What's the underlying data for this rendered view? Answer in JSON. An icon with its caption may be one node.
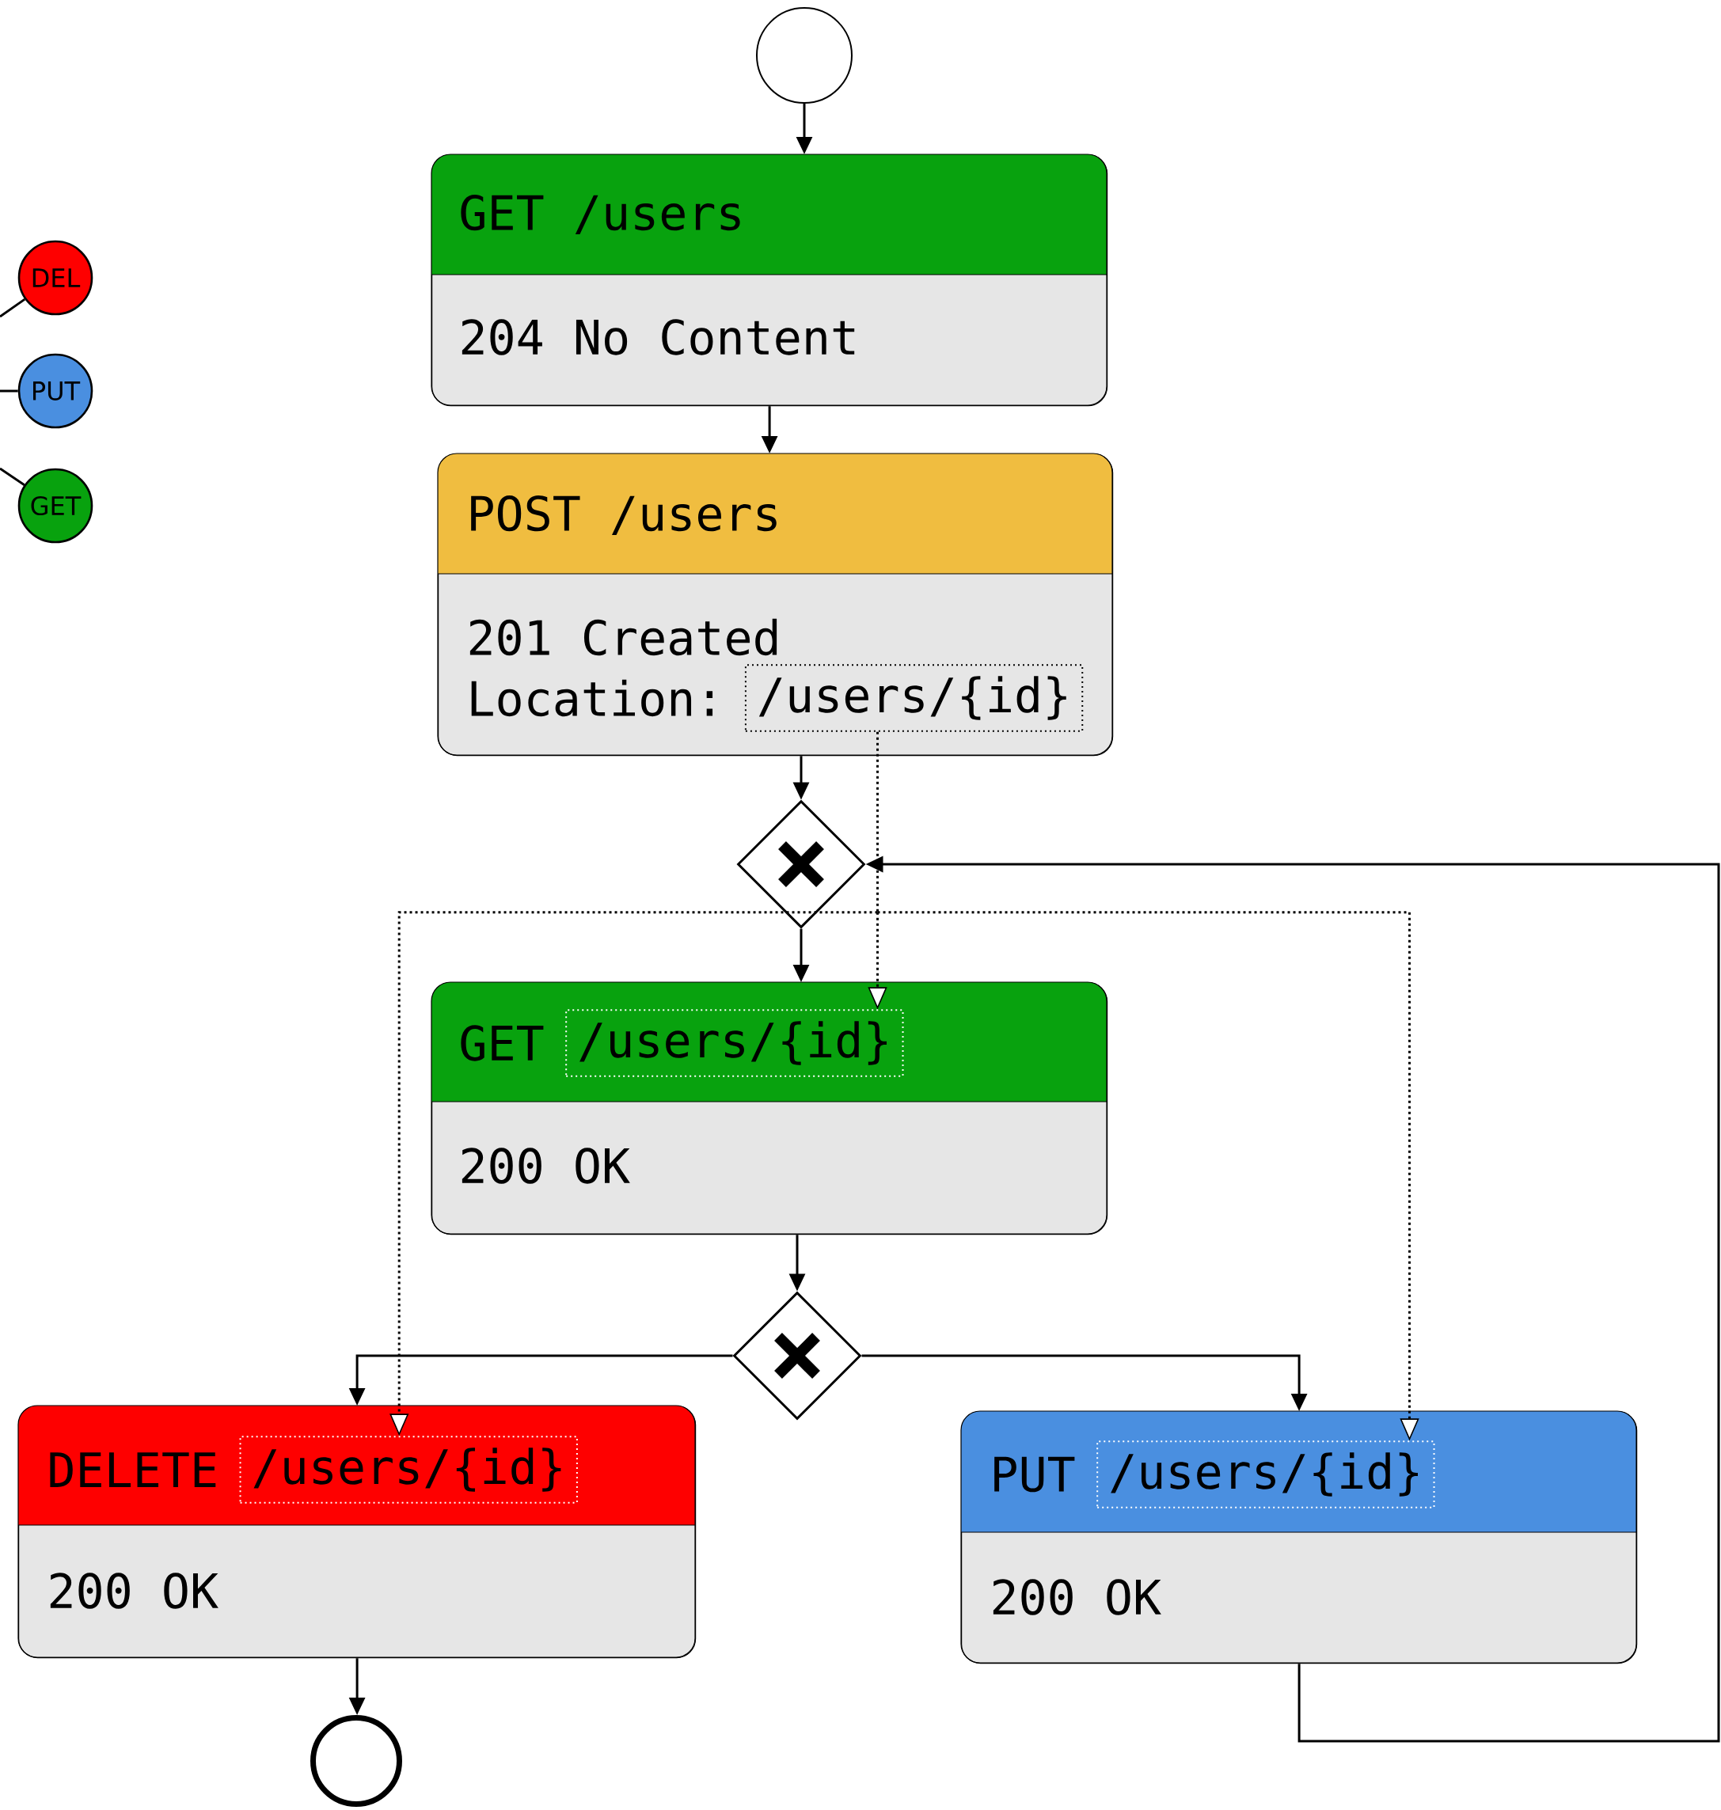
{
  "diagram": {
    "nodes": [
      {
        "text": [],
        "shape": "circle"
      },
      {
        "text": [
          "GET /users",
          "204 No Content"
        ]
      },
      {
        "text": [
          "POST /users",
          "201 Created",
          "Location:"
        ]
      },
      {
        "text": [
          "/users/{id}"
        ],
        "in": 2
      },
      {
        "text": [],
        "shape": "diamond"
      },
      {
        "text": [
          "GET",
          "200 OK"
        ]
      },
      {
        "text": [
          "/users/{id}"
        ],
        "in": 5
      },
      {
        "text": [],
        "shape": "diamond"
      },
      {
        "text": [
          "DELETE",
          "200 OK"
        ]
      },
      {
        "text": [
          "/users/{id}"
        ],
        "in": 8
      },
      {
        "text": [
          "PUT",
          "200 OK"
        ]
      },
      {
        "text": [
          "/users/{id}"
        ],
        "in": 10
      },
      {
        "text": [],
        "shape": "circle"
      },
      {
        "text": [
          "DEL"
        ]
      },
      {
        "text": [
          "PUT"
        ]
      },
      {
        "text": [
          "GET"
        ]
      }
    ],
    "edges": [
      {
        "from": 0,
        "to": 1,
        "arrow": "to"
      },
      {
        "from": 1,
        "to": 2,
        "arrow": "to"
      },
      {
        "from": 2,
        "to": 4,
        "arrow": "to"
      },
      {
        "from": 4,
        "to": 5,
        "arrow": "to"
      },
      {
        "from": 5,
        "to": 7,
        "arrow": "to"
      },
      {
        "from": 7,
        "to": 8,
        "arrow": "to"
      },
      {
        "from": 7,
        "to": 10,
        "arrow": "to"
      },
      {
        "from": 8,
        "to": 12,
        "arrow": "to"
      },
      {
        "from": 10,
        "to": 4,
        "arrow": "to"
      },
      {
        "from": 3,
        "to": 6,
        "arrow": "to",
        "style": "dashed"
      },
      {
        "from": 3,
        "to": 9,
        "arrow": "to",
        "style": "dashed"
      },
      {
        "from": 3,
        "to": 11,
        "arrow": "to",
        "style": "dashed"
      },
      {
        "from": null,
        "to": 13,
        "arrow": "none"
      },
      {
        "from": null,
        "to": 14,
        "arrow": "none"
      },
      {
        "from": null,
        "to": 15,
        "arrow": "none"
      }
    ]
  }
}
